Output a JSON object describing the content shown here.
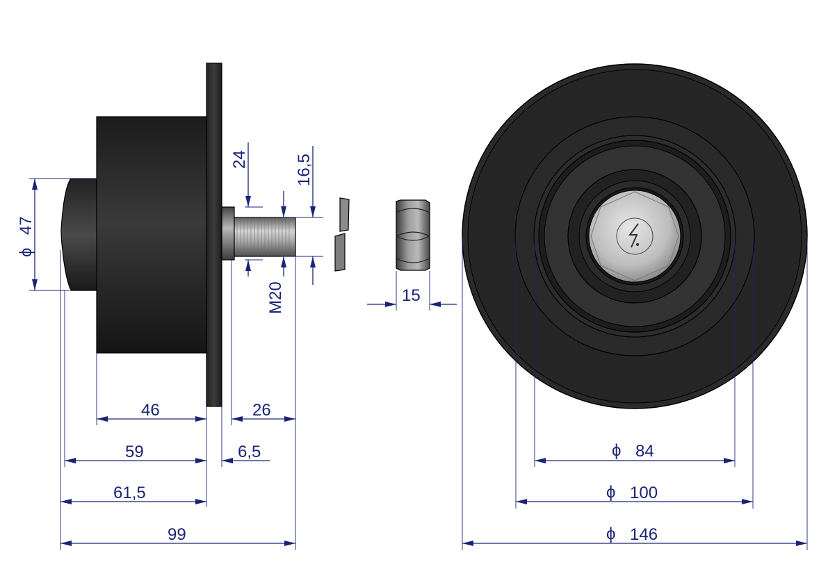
{
  "dimensions": {
    "d47": "47",
    "d24": "24",
    "d16_5": "16,5",
    "m20": "M20",
    "d15": "15",
    "d46": "46",
    "d26": "26",
    "d59": "59",
    "d6_5": "6,5",
    "d61_5": "61,5",
    "d99": "99",
    "d84": "84",
    "d100": "100",
    "d146": "146",
    "diameter_symbol": "ϕ"
  },
  "colors": {
    "dimension": "#1a2475",
    "body": "#2a2a2a",
    "steel": "#9a9a9a"
  },
  "icons": {
    "logo": "lightning-logo-icon"
  }
}
